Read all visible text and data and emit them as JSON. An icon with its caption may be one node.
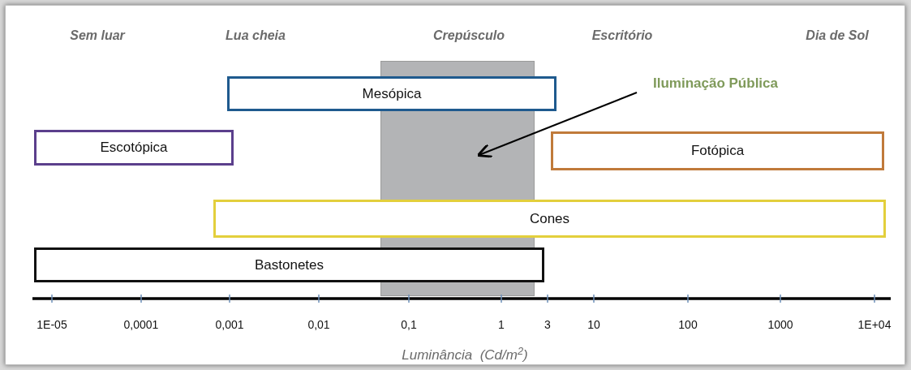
{
  "diagram": {
    "nodes": [
      {
        "text": [],
        "shape": "box"
      },
      {
        "text": [
          "Mesópica"
        ]
      },
      {
        "text": [
          "Iluminação Pública"
        ]
      },
      {
        "text": [
          "Escotópica"
        ]
      },
      {
        "text": [
          "Fotópica"
        ]
      },
      {
        "text": [
          "Cones"
        ]
      },
      {
        "text": [
          "Bastonetes"
        ]
      }
    ],
    "edges": [
      {
        "from": 2,
        "to": 0,
        "arrow": "to"
      }
    ],
    "labels": [
      "Sem luar",
      "Lua cheia",
      "Crepúsculo",
      "Escritório",
      "Dia de Sol",
      "1E-05",
      "0,0001",
      "0,001",
      "0,01",
      "0,1",
      "1",
      "3",
      "10",
      "100",
      "1000",
      "1E+04",
      "Luminância  (Cd/m$^{2}$)"
    ]
  }
}
